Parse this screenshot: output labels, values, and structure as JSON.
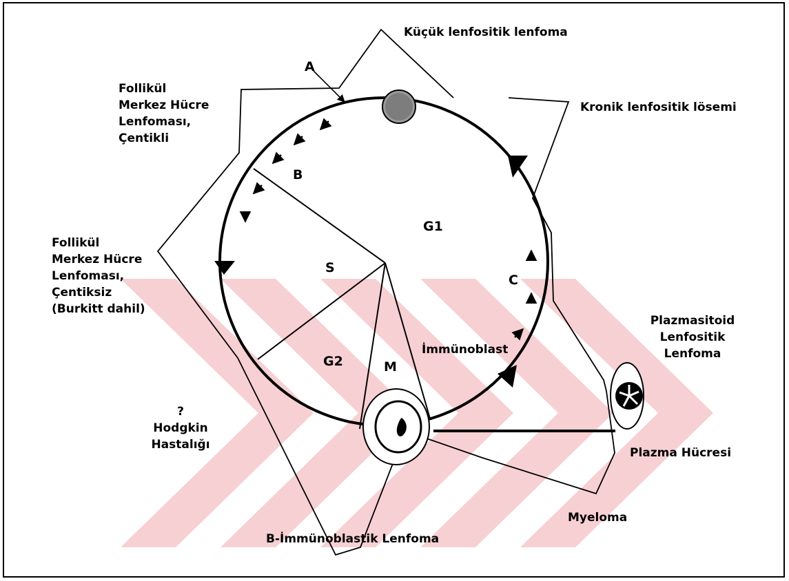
{
  "colors": {
    "line": "#000000",
    "watermark": "#f6cccf",
    "cell_fill": "#9a9a9a"
  },
  "labels": {
    "kucuk": "Küçük lenfositik lenfoma",
    "kronik": "Kronik lenfositik lösemi",
    "fcc_centikli": [
      "Follikül",
      "Merkez Hücre",
      "Lenfoması,",
      "Çentikli"
    ],
    "fcc_centiksiz": [
      "Follikül",
      "Merkez Hücre",
      "Lenfoması,",
      "Çentiksiz",
      "(Burkitt dahil)"
    ],
    "hodgkin": [
      "?",
      "Hodgkin",
      "Hastalığı"
    ],
    "plazmasitoid": [
      "Plazmasitoid",
      "Lenfositik",
      "Lenfoma"
    ],
    "plazma_hucresi": "Plazma Hücresi",
    "myeloma": "Myeloma",
    "b_immunoblastik": "B-İmmünoblastik Lenfoma",
    "immunoblast": "İmmünoblast"
  },
  "markers": {
    "a": "A",
    "b": "B",
    "c": "C"
  },
  "phases": {
    "g1": "G1",
    "s": "S",
    "g2": "G2",
    "m": "M"
  }
}
